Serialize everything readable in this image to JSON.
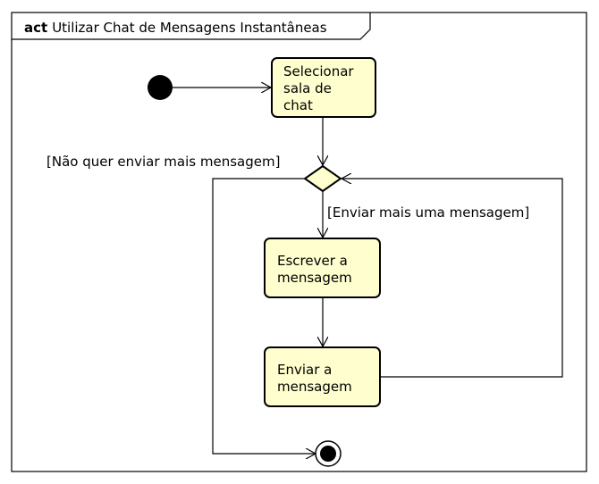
{
  "frame": {
    "keyword": "act",
    "title": "Utilizar Chat de Mensagens Instantâneas"
  },
  "nodes": {
    "select_room": [
      "Selecionar",
      "sala de",
      "chat"
    ],
    "write_message": [
      "Escrever a",
      "mensagem"
    ],
    "send_message": [
      "Enviar a",
      "mensagem"
    ]
  },
  "guards": {
    "no_more": "[Não quer enviar mais mensagem]",
    "more": "[Enviar mais uma mensagem]"
  },
  "colors": {
    "action_fill": "#FEFECE",
    "stroke": "#000000"
  }
}
